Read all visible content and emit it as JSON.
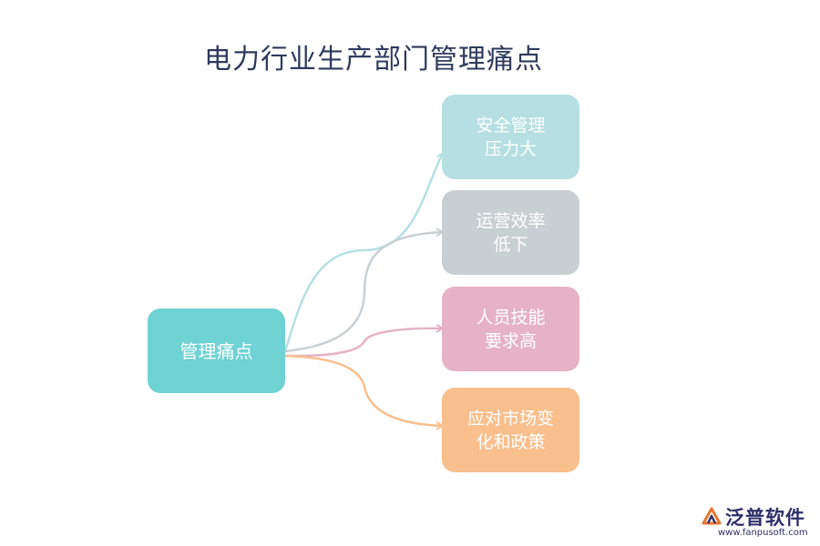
{
  "title": "电力行业生产部门管理痛点",
  "root": {
    "label": "管理痛点"
  },
  "children": [
    {
      "line1": "安全管理",
      "line2": "压力大"
    },
    {
      "line1": "运营效率",
      "line2": "低下"
    },
    {
      "line1": "人员技能",
      "line2": "要求高"
    },
    {
      "line1": "应对市场变",
      "line2": "化和政策"
    }
  ],
  "colors": {
    "root": "#6fd2d3",
    "child_1": "#b5dfe3",
    "child_2": "#c8cfd3",
    "child_3": "#e6b2c6",
    "child_4": "#f9bf8d"
  },
  "logo": {
    "name": "泛普软件",
    "url": "www.fanpusoft.com",
    "icon": "fanpu-logo-icon"
  }
}
